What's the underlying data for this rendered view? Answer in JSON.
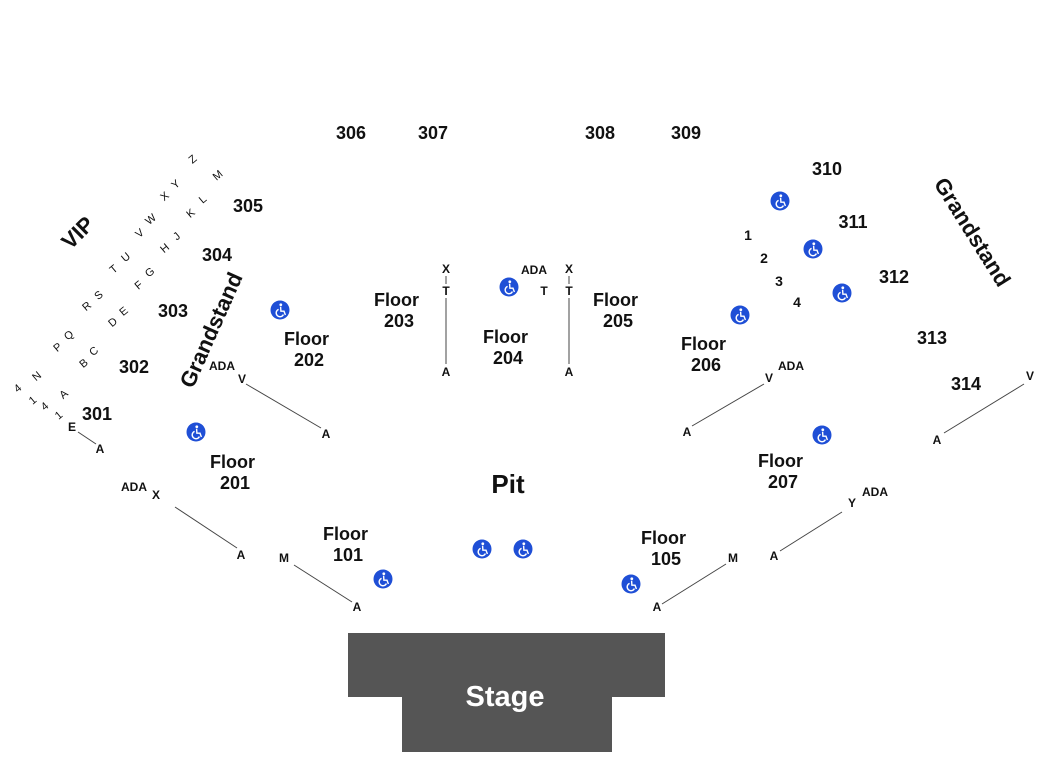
{
  "colors": {
    "stage": "#555555",
    "stage_text": "#ffffff",
    "accessible_icon": "#1f4fd6",
    "text": "#111111"
  },
  "stage": {
    "label": "Stage"
  },
  "pit": {
    "label": "Pit"
  },
  "zones": {
    "vip": "VIP",
    "grandstand_left": "Grandstand",
    "grandstand_right": "Grandstand"
  },
  "sections_300": {
    "s301": "301",
    "s302": "302",
    "s303": "303",
    "s304": "304",
    "s305": "305",
    "s306": "306",
    "s307": "307",
    "s308": "308",
    "s309": "309",
    "s310": "310",
    "s311": "311",
    "s312": "312",
    "s313": "313",
    "s314": "314"
  },
  "floors": {
    "f101": {
      "line1": "Floor",
      "line2": "101"
    },
    "f105": {
      "line1": "Floor",
      "line2": "105"
    },
    "f201": {
      "line1": "Floor",
      "line2": "201"
    },
    "f202": {
      "line1": "Floor",
      "line2": "202"
    },
    "f203": {
      "line1": "Floor",
      "line2": "203"
    },
    "f204": {
      "line1": "Floor",
      "line2": "204"
    },
    "f205": {
      "line1": "Floor",
      "line2": "205"
    },
    "f206": {
      "line1": "Floor",
      "line2": "206"
    },
    "f207": {
      "line1": "Floor",
      "line2": "207"
    }
  },
  "ada_label": "ADA",
  "row_labels": {
    "a": "A",
    "m": "M",
    "v": "V",
    "x": "X",
    "y": "Y",
    "t": "T",
    "e": "E"
  },
  "box_numbers": {
    "b1": "1",
    "b2": "2",
    "b3": "3",
    "b4": "4"
  },
  "vip_rows": {
    "r0": "4",
    "r1": "1",
    "r2": "4",
    "r3": "1",
    "r4": "N",
    "r5": "A",
    "r6": "P",
    "r7": "Q",
    "r8": "B",
    "r9": "C",
    "r10": "R",
    "r11": "S",
    "r12": "D",
    "r13": "E",
    "r14": "T",
    "r15": "U",
    "r16": "F",
    "r17": "G",
    "r18": "V",
    "r19": "W",
    "r20": "H",
    "r21": "J",
    "r22": "X",
    "r23": "Y",
    "r24": "K",
    "r25": "L",
    "r26": "Z",
    "r27": "M"
  }
}
